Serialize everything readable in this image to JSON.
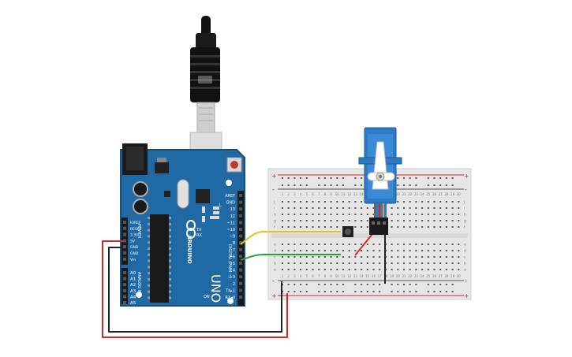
{
  "arduino": {
    "board_name": "UNO",
    "brand": "ARDUINO",
    "digital_label": "DIGITAL (PWM ~)",
    "power_label": "POWER",
    "analog_label": "ANALOG IN",
    "on_label": "ON",
    "tx_label": "TX",
    "rx_label": "RX",
    "l_label": "L",
    "digital_pins": [
      "AREF",
      "GND",
      "13",
      "12",
      "~11",
      "~10",
      "~9",
      "8",
      "7",
      "~6",
      "~5",
      "4",
      "~3",
      "2",
      "TX▸1",
      "RX◂0"
    ],
    "power_pins": [
      "IOREF",
      "RESET",
      "3.3V",
      "5V",
      "GND",
      "GND",
      "Vin"
    ],
    "analog_pins": [
      "A0",
      "A1",
      "A2",
      "A3",
      "A4",
      "A5"
    ]
  },
  "breadboard": {
    "column_numbers": [
      "1",
      "2",
      "3",
      "4",
      "5",
      "6",
      "7",
      "8",
      "9",
      "10",
      "11",
      "12",
      "13",
      "14",
      "15",
      "16",
      "17",
      "18",
      "19",
      "20",
      "21",
      "22",
      "23",
      "24",
      "25",
      "26",
      "27",
      "28",
      "29",
      "30"
    ],
    "row_letters_top": [
      "j",
      "i",
      "h",
      "g",
      "f"
    ],
    "row_letters_bottom": [
      "e",
      "d",
      "c",
      "b",
      "a"
    ],
    "plus_label": "+",
    "minus_label": "-"
  },
  "colors": {
    "board": "#1f6aa5",
    "board_dark": "#17507e",
    "breadboard": "#e6e6e6",
    "servo": "#2c7bc4",
    "wire_red": "#d62828",
    "wire_black": "#222222",
    "wire_yellow": "#e8c21a",
    "wire_green": "#2aa03a"
  }
}
